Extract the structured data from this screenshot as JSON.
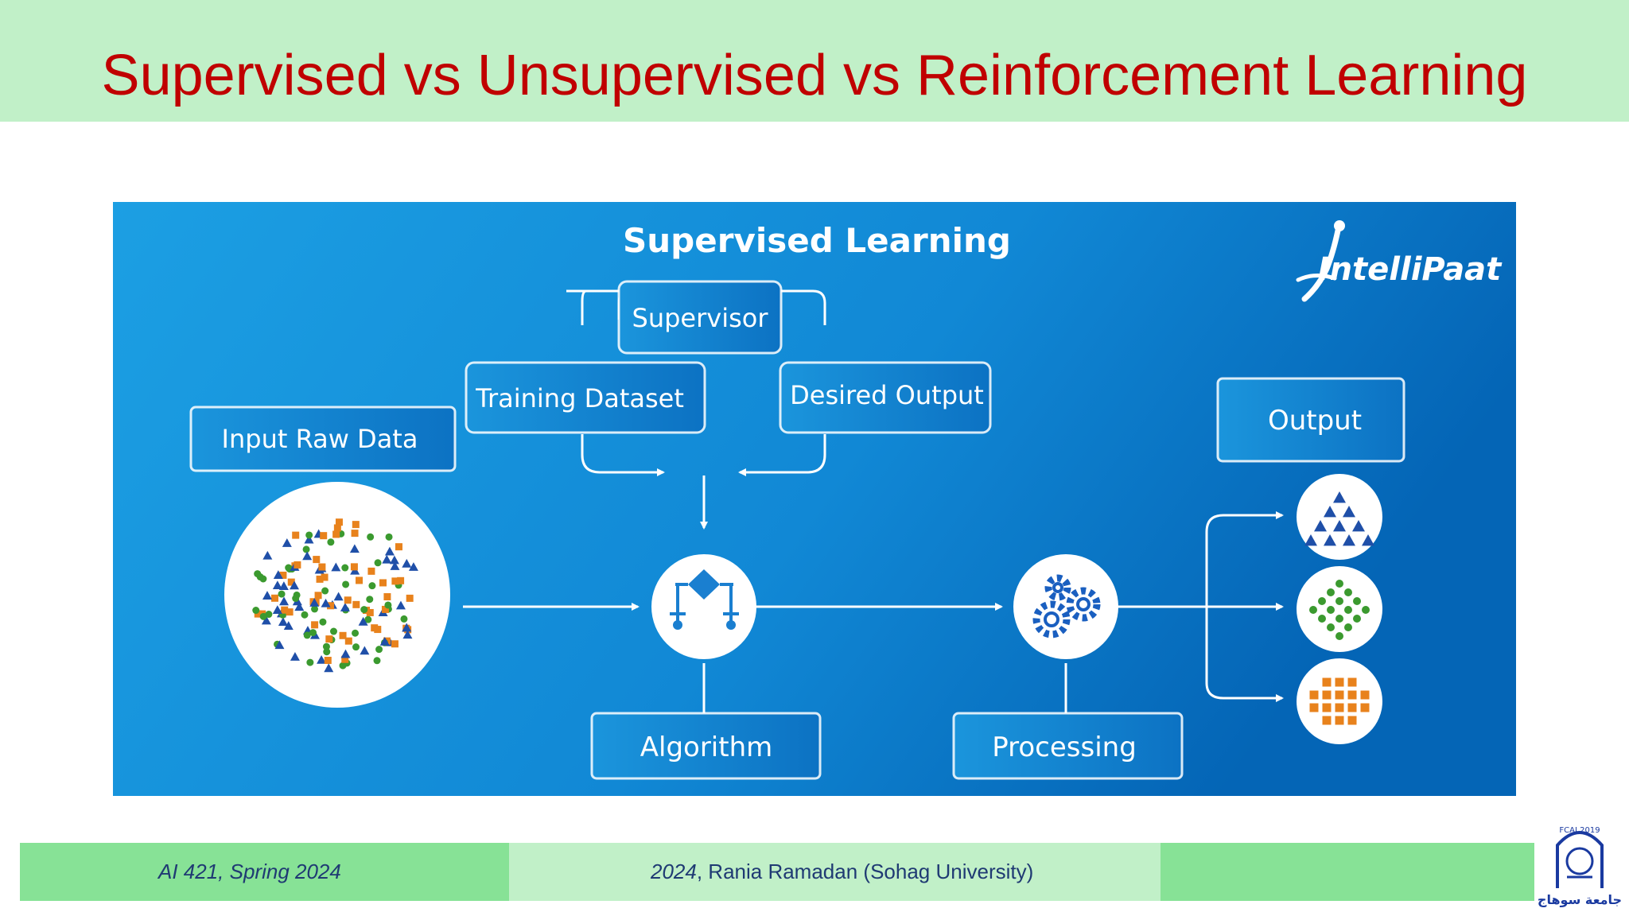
{
  "slide": {
    "title": "Supervised vs Unsupervised vs Reinforcement Learning"
  },
  "diagram": {
    "heading": "Supervised Learning",
    "brand": "IntelliPaat",
    "nodes": {
      "supervisor": "Supervisor",
      "training_dataset": "Training Dataset",
      "desired_output": "Desired Output",
      "input_raw_data": "Input Raw Data",
      "output": "Output",
      "algorithm": "Algorithm",
      "processing": "Processing"
    },
    "icons": [
      "mixed-data-icon",
      "algorithm-icon",
      "gears-icon",
      "triangles-cluster-icon",
      "circles-cluster-icon",
      "squares-cluster-icon"
    ],
    "colors": {
      "background_start": "#1a9ae0",
      "background_end": "#0466b8",
      "triangle": "#1f4fa8",
      "circle": "#3b9a2f",
      "square": "#e8821c"
    }
  },
  "footer": {
    "course": "AI 421, Spring 2024",
    "author_year": "2024",
    "author": ", Rania Ramadan (Sohag University)",
    "logo_text_top": "FCAI 2019",
    "logo_text_bottom": "جامعة سوهاج"
  }
}
